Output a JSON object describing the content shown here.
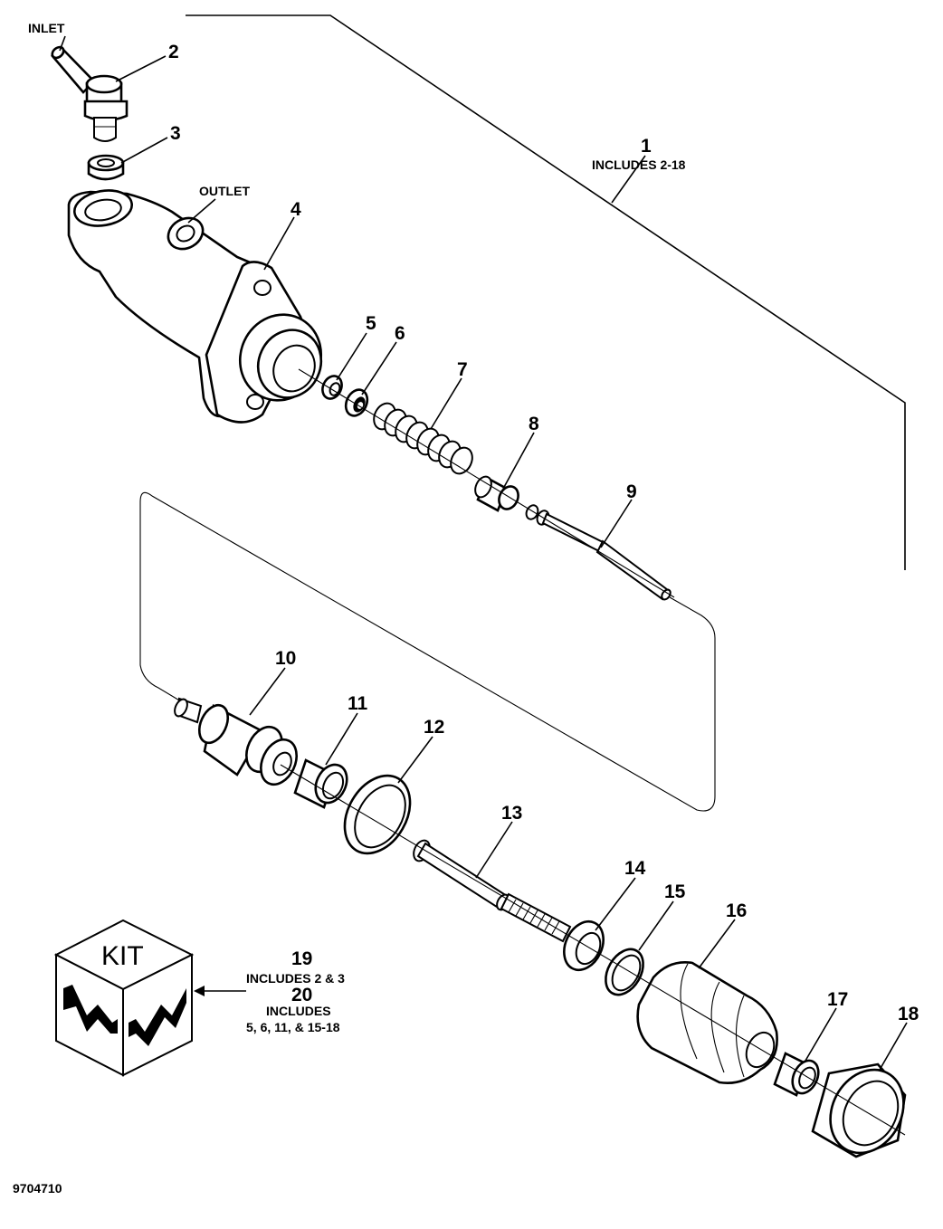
{
  "labels": {
    "inlet": "INLET",
    "outlet": "OUTLET",
    "figure_id": "9704710",
    "kit_box": "KIT"
  },
  "callouts": {
    "p1": "1",
    "p1_note": "INCLUDES 2-18",
    "p2": "2",
    "p3": "3",
    "p4": "4",
    "p5": "5",
    "p6": "6",
    "p7": "7",
    "p8": "8",
    "p9": "9",
    "p10": "10",
    "p11": "11",
    "p12": "12",
    "p13": "13",
    "p14": "14",
    "p15": "15",
    "p16": "16",
    "p17": "17",
    "p18": "18"
  },
  "kits": {
    "k19": "19",
    "k19_note": "INCLUDES 2 & 3",
    "k20": "20",
    "k20_note1": "INCLUDES",
    "k20_note2": "5, 6, 11, & 15-18"
  }
}
